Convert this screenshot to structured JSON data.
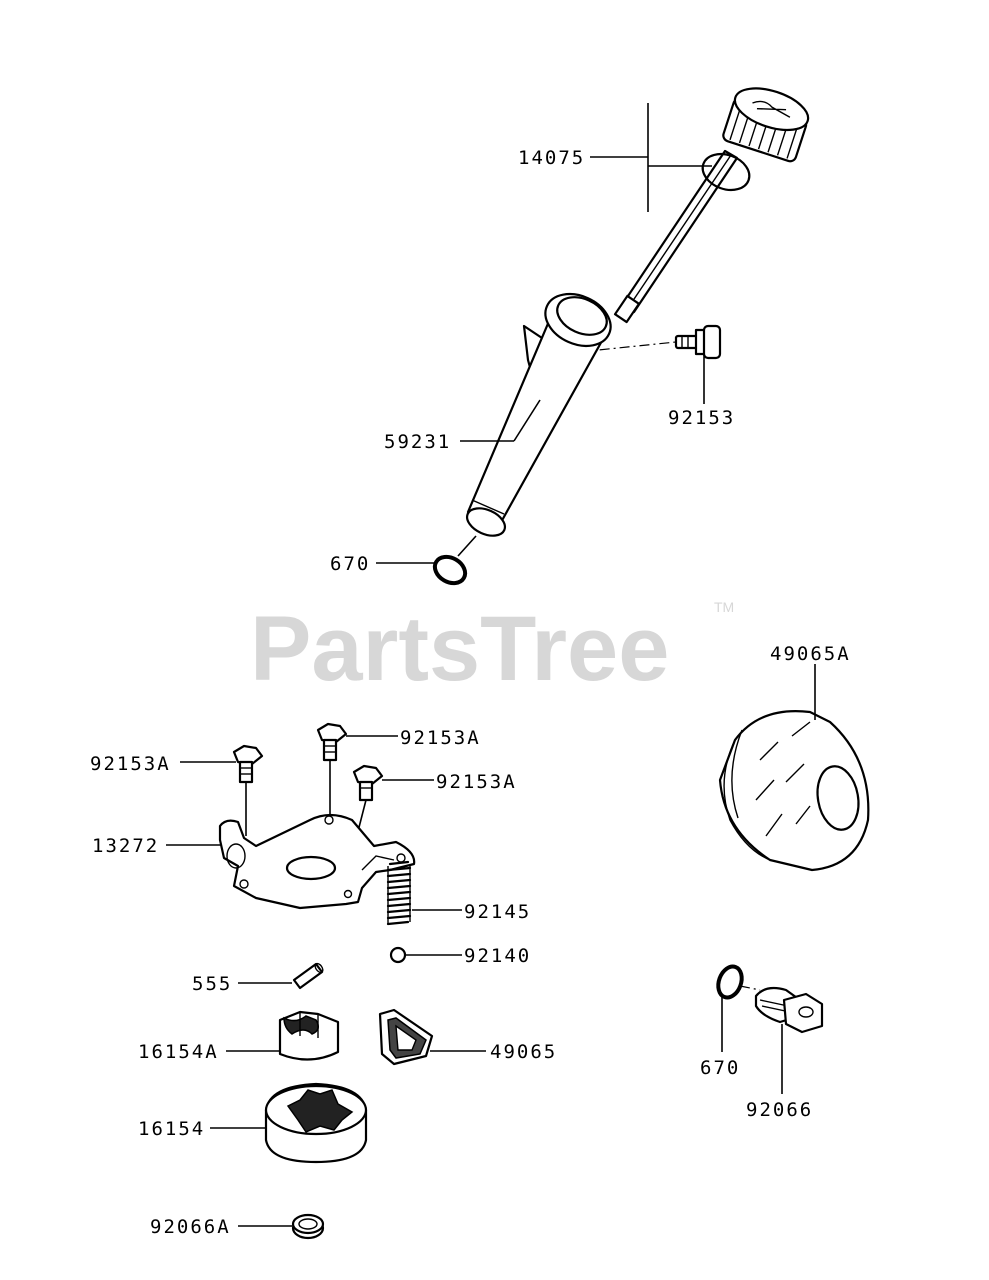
{
  "watermark": {
    "text": "PartsTree",
    "trademark": "TM"
  },
  "callouts": {
    "c14075": "14075",
    "c92153": "92153",
    "c59231": "59231",
    "c670_top": "670",
    "c49065A": "49065A",
    "c92153A_1": "92153A",
    "c92153A_2": "92153A",
    "c92153A_3": "92153A",
    "c13272": "13272",
    "c92145": "92145",
    "c92140": "92140",
    "c555": "555",
    "c16154A": "16154A",
    "c49065": "49065",
    "c16154": "16154",
    "c92066A": "92066A",
    "c670_bottom": "670",
    "c92066": "92066"
  }
}
